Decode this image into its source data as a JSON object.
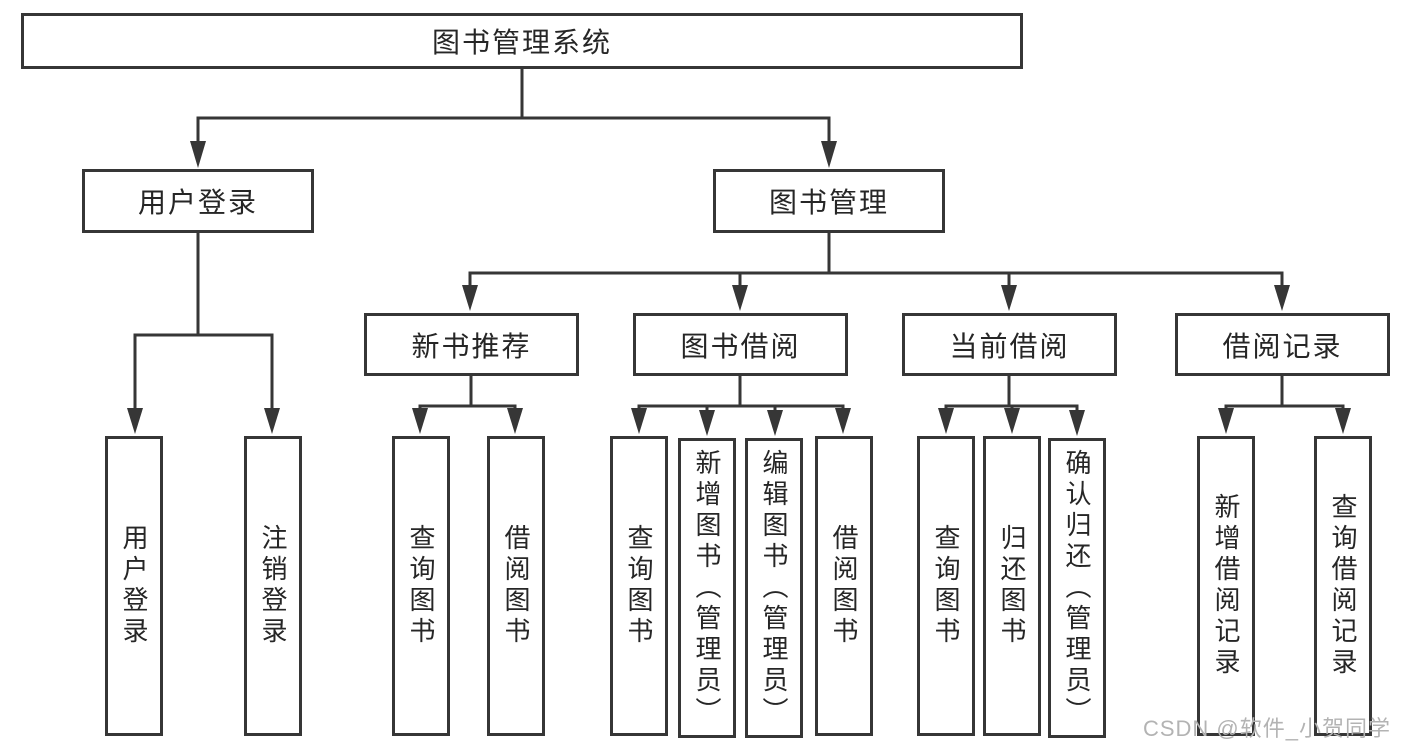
{
  "tree": {
    "label": "图书管理系统",
    "children": [
      {
        "label": "用户登录",
        "children": [
          {
            "label": "用户登录"
          },
          {
            "label": "注销登录"
          }
        ]
      },
      {
        "label": "图书管理",
        "children": [
          {
            "label": "新书推荐",
            "children": [
              {
                "label": "查询图书"
              },
              {
                "label": "借阅图书"
              }
            ]
          },
          {
            "label": "图书借阅",
            "children": [
              {
                "label": "查询图书"
              },
              {
                "label": "新增图书（管理员）"
              },
              {
                "label": "编辑图书（管理员）"
              },
              {
                "label": "借阅图书"
              }
            ]
          },
          {
            "label": "当前借阅",
            "children": [
              {
                "label": "查询图书"
              },
              {
                "label": "归还图书"
              },
              {
                "label": "确认归还（管理员）"
              }
            ]
          },
          {
            "label": "借阅记录",
            "children": [
              {
                "label": "新增借阅记录"
              },
              {
                "label": "查询借阅记录"
              }
            ]
          }
        ]
      }
    ]
  },
  "watermark": "CSDN @软件_小贺同学",
  "colors": {
    "line": "#363636",
    "box_border": "#363636",
    "text": "#262626",
    "watermark": "#b3b3b3",
    "background": "#ffffff"
  }
}
